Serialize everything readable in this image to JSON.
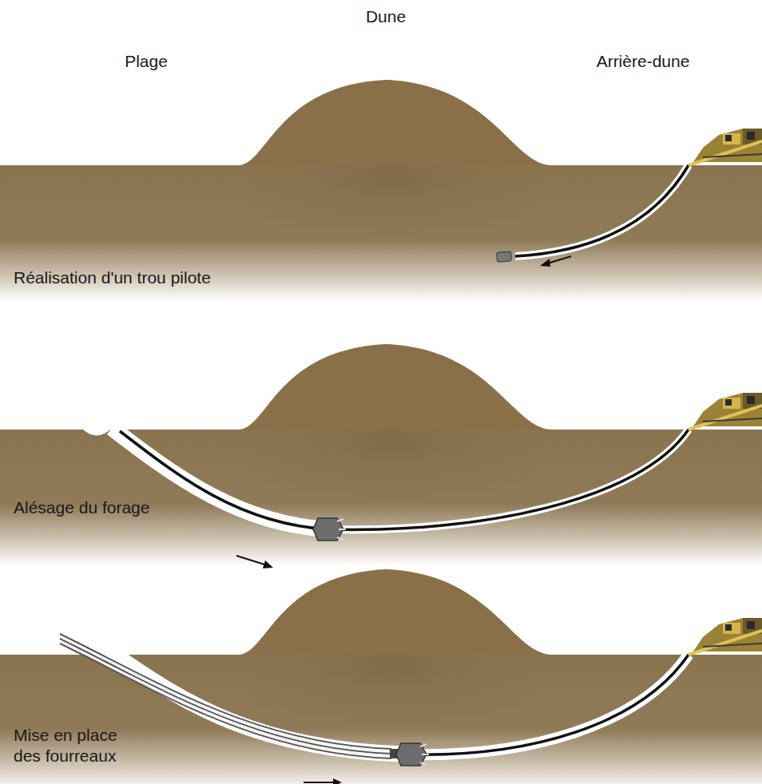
{
  "diagram": {
    "labels": [
      "Dune",
      "Plage",
      "Arrière-dune",
      "Réalisation d'un trou pilote",
      "Alésage du forage",
      "Mise en place des fourreaux"
    ]
  }
}
